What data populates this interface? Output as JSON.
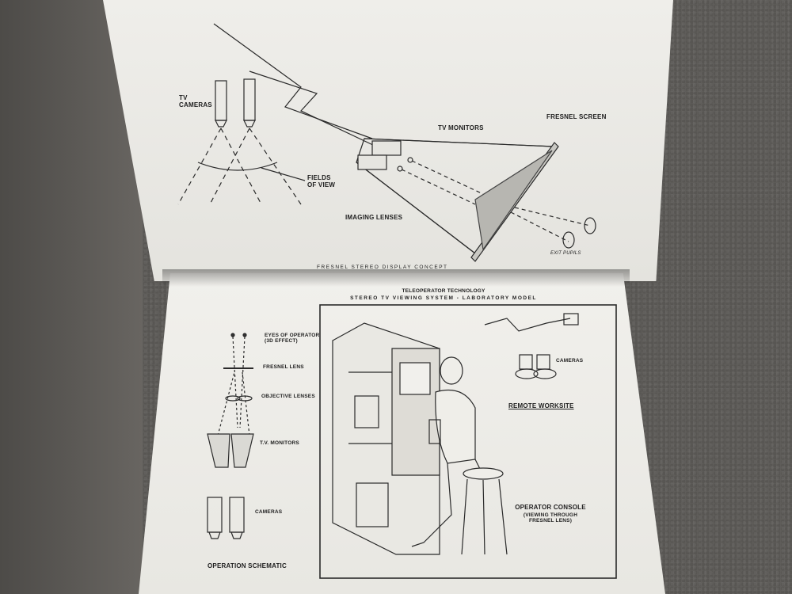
{
  "top_page": {
    "tv_cameras": "TV\nCAMERAS",
    "tv_monitors": "TV MONITORS",
    "fresnel_screen": "FRESNEL SCREEN",
    "fields_of_view": "FIELDS\nOF VIEW",
    "imaging_lenses": "IMAGING LENSES",
    "exit_pupils": "EXIT PUPILS",
    "caption": "FRESNEL STEREO DISPLAY CONCEPT"
  },
  "bottom_page": {
    "heading_line1": "TELEOPERATOR TECHNOLOGY",
    "heading_line2": "STEREO TV VIEWING SYSTEM - LABORATORY MODEL",
    "schematic": {
      "eyes_of_operator": "EYES OF OPERATOR\n(3D EFFECT)",
      "fresnel_lens": "FRESNEL LENS",
      "objective_lenses": "OBJECTIVE LENSES",
      "tv_monitors": "T.V. MONITORS",
      "cameras": "CAMERAS",
      "title": "OPERATION SCHEMATIC"
    },
    "remote": {
      "cameras": "CAMERAS",
      "title": "REMOTE WORKSITE"
    },
    "console": {
      "title": "OPERATOR CONSOLE",
      "subtitle": "(VIEWING THROUGH\nFRESNEL LENS)"
    }
  }
}
